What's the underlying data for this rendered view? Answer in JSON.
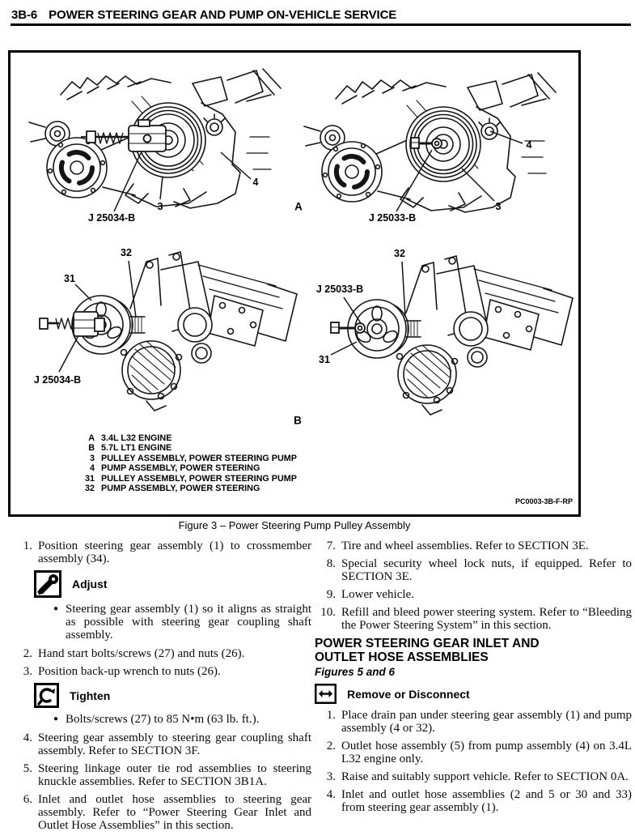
{
  "page": {
    "header_section": "3B-6",
    "header_title": "POWER STEERING GEAR AND PUMP ON-VEHICLE SERVICE"
  },
  "figure": {
    "caption": "Figure 3 – Power Steering Pump Pulley Assembly",
    "part_code": "PC0003-3B-F-RP",
    "view_a": "A",
    "view_b": "B",
    "callouts": {
      "tl_tool": "J 25034-B",
      "tl_pulley": "3",
      "tl_pump": "4",
      "tr_tool": "J 25033-B",
      "tr_pulley": "3",
      "tr_pump": "4",
      "bl_tool": "J 25034-B",
      "bl_pulley": "31",
      "bl_pump": "32",
      "br_tool": "J 25033-B",
      "br_pulley": "31",
      "br_pump": "32"
    },
    "legend": [
      {
        "key": "A",
        "label": "3.4L L32 ENGINE"
      },
      {
        "key": "B",
        "label": "5.7L LT1 ENGINE"
      },
      {
        "key": "3",
        "label": "PULLEY ASSEMBLY, POWER STEERING PUMP"
      },
      {
        "key": "4",
        "label": "PUMP ASSEMBLY, POWER STEERING"
      },
      {
        "key": "31",
        "label": "PULLEY ASSEMBLY, POWER STEERING PUMP"
      },
      {
        "key": "32",
        "label": "PUMP ASSEMBLY, POWER STEERING"
      }
    ]
  },
  "install": {
    "step1": {
      "num": "1.",
      "text": "Position steering gear assembly (1) to crossmember assembly (34)."
    },
    "adjust_label": "Adjust",
    "adjust_bullet": "Steering gear assembly (1) so it aligns as straight as possible with steering gear coupling shaft assembly.",
    "step2": {
      "num": "2.",
      "text": "Hand start bolts/screws (27) and nuts (26)."
    },
    "step3": {
      "num": "3.",
      "text": "Position back-up wrench to nuts (26)."
    },
    "tighten_label": "Tighten",
    "tighten_bullet": "Bolts/screws (27) to 85 N•m (63 lb. ft.).",
    "step4": {
      "num": "4.",
      "text": "Steering gear assembly to steering gear coupling shaft assembly. Refer to SECTION 3F."
    },
    "step5": {
      "num": "5.",
      "text": "Steering linkage outer tie rod assemblies to steering knuckle assemblies. Refer to SECTION 3B1A."
    },
    "step6": {
      "num": "6.",
      "text": "Inlet and outlet hose assemblies to steering gear assembly. Refer to “Power Steering Gear Inlet and Outlet Hose Assemblies” in this section."
    },
    "step7": {
      "num": "7.",
      "text": "Tire and wheel assemblies. Refer to SECTION 3E."
    },
    "step8": {
      "num": "8.",
      "text": "Special security wheel lock nuts, if equipped. Refer to SECTION 3E."
    },
    "step9": {
      "num": "9.",
      "text": "Lower vehicle."
    },
    "step10": {
      "num": "10.",
      "text": "Refill and bleed power steering system. Refer to “Bleeding the Power Steering System” in this section."
    }
  },
  "hose_section": {
    "title_line1": "POWER STEERING GEAR INLET AND",
    "title_line2": "OUTLET HOSE ASSEMBLIES",
    "subtitle": "Figures 5 and 6",
    "remove_label": "Remove or Disconnect",
    "step1": {
      "num": "1.",
      "text": "Place drain pan under steering gear assembly (1) and pump assembly (4 or 32)."
    },
    "step2": {
      "num": "2.",
      "text": "Outlet hose assembly (5) from pump assembly (4) on 3.4L L32 engine only."
    },
    "step3": {
      "num": "3.",
      "text": "Raise and suitably support vehicle. Refer to SECTION 0A."
    },
    "step4": {
      "num": "4.",
      "text": "Inlet and outlet hose assemblies (2 and 5 or 30 and 33) from steering gear assembly (1)."
    }
  }
}
